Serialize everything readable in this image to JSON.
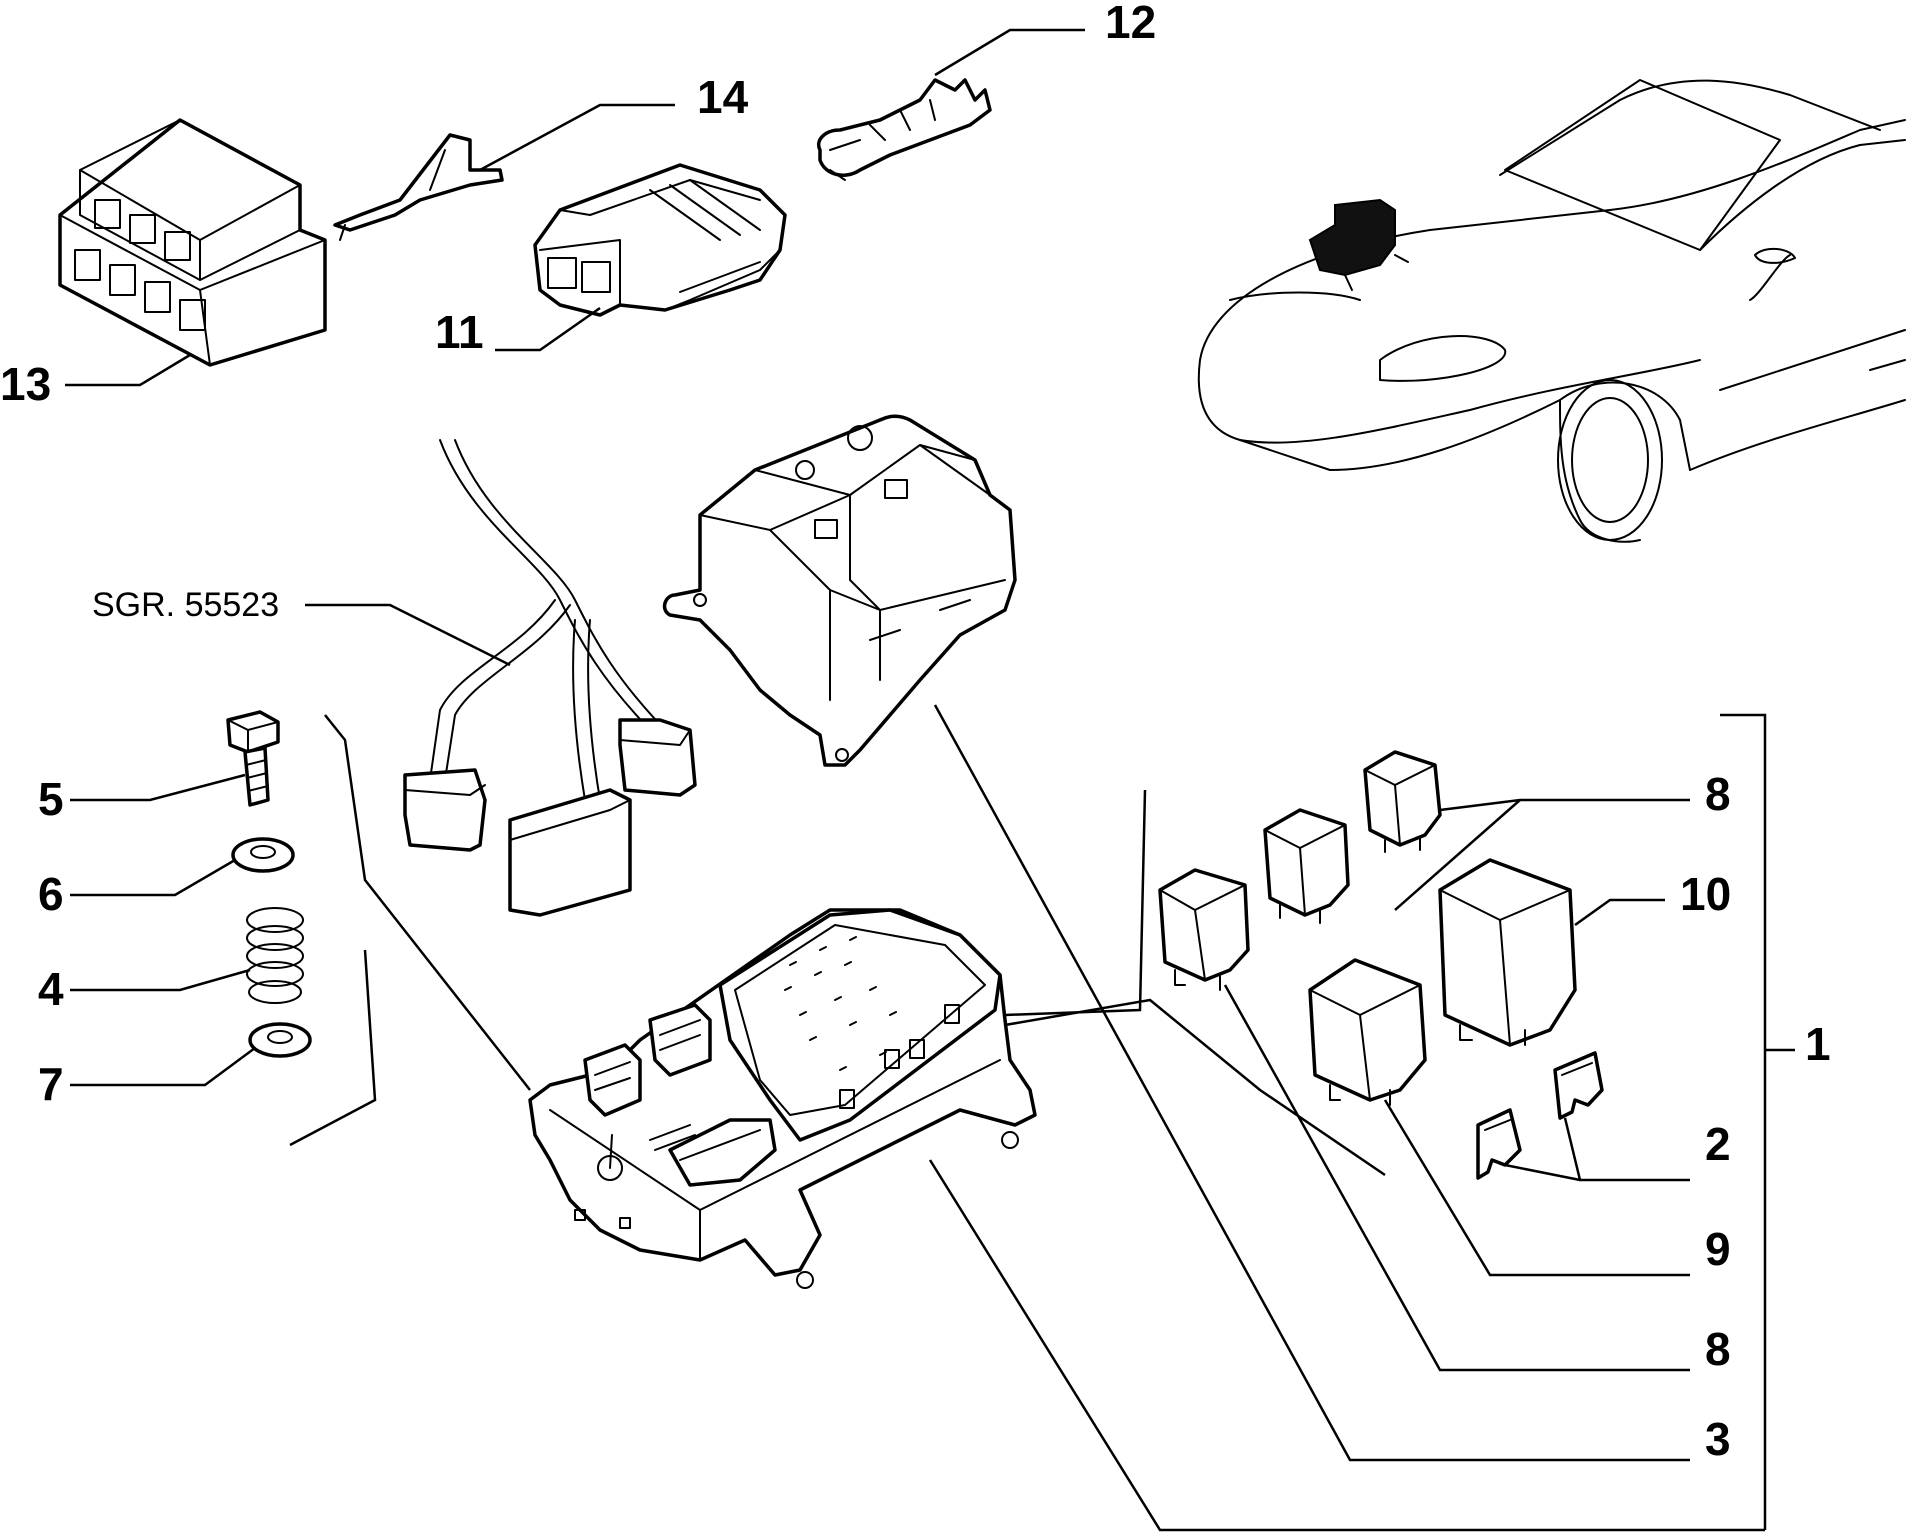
{
  "callouts": {
    "c1": "1",
    "c2": "2",
    "c3": "3",
    "c4": "4",
    "c5": "5",
    "c6": "6",
    "c7": "7",
    "c8a": "8",
    "c8b": "8",
    "c9": "9",
    "c10": "10",
    "c11": "11",
    "c12": "12",
    "c13": "13",
    "c14": "14"
  },
  "reference_label": "SGR. 55523"
}
